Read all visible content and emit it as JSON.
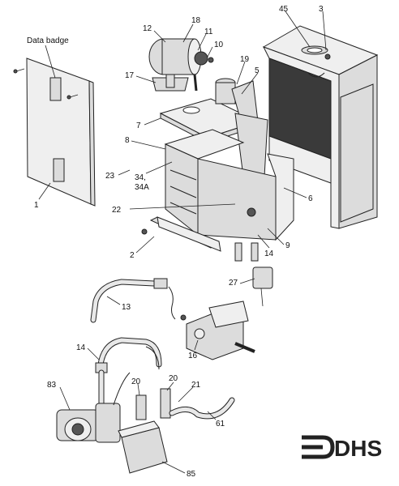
{
  "diagram": {
    "callouts": {
      "data_badge": "Data badge",
      "c1": "1",
      "c2": "2",
      "c3": "3",
      "c5": "5",
      "c6": "6",
      "c7": "7",
      "c8": "8",
      "c9": "9",
      "c10": "10",
      "c11": "11",
      "c12": "12",
      "c13": "13",
      "c14a": "14",
      "c14b": "14",
      "c16": "16",
      "c17": "17",
      "c18": "18",
      "c19": "19",
      "c20a": "20",
      "c20b": "20",
      "c21": "21",
      "c22": "22",
      "c23": "23",
      "c27": "27",
      "c34": "34,",
      "c34a": "34A",
      "c45": "45",
      "c61": "61",
      "c83": "83",
      "c85": "85"
    },
    "logo_text": "DHS",
    "colors": {
      "ink": "#222222",
      "fill": "#dcdcdc",
      "shade": "#555555"
    }
  }
}
